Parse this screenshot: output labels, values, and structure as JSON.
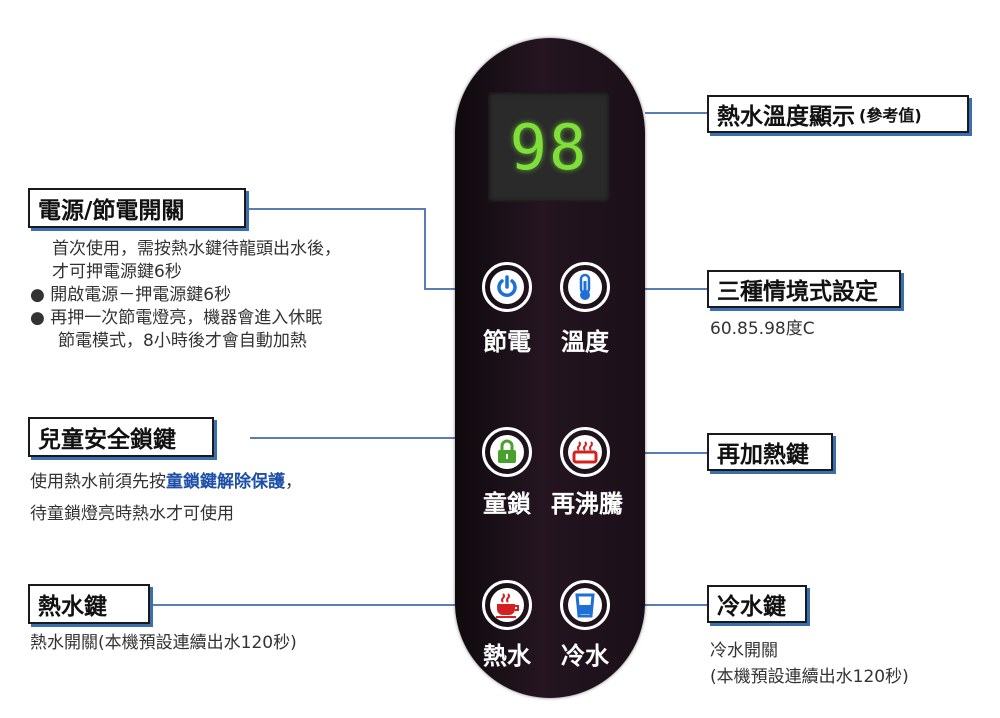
{
  "display": {
    "temperature": "98"
  },
  "panel": {
    "row1": {
      "left_label": "節電",
      "right_label": "溫度"
    },
    "row2": {
      "left_label": "童鎖",
      "right_label": "再沸騰"
    },
    "row3": {
      "left_label": "熱水",
      "right_label": "冷水"
    }
  },
  "callouts": {
    "temp_display": {
      "title": "熱水溫度顯示",
      "note": "(參考值)"
    },
    "power": {
      "title": "電源/節電開關",
      "line1": "首次使用，需按熱水鍵待龍頭出水後，",
      "line2": "才可押電源鍵6秒",
      "bullet1": "開啟電源－押電源鍵6秒",
      "bullet2a": "再押一次節電燈亮，機器會進入休眠",
      "bullet2b": "節電模式，8小時後才會自動加熱"
    },
    "modes": {
      "title": "三種情境式設定",
      "desc": "60.85.98度C"
    },
    "child_lock": {
      "title": "兒童安全鎖鍵",
      "line1_prefix": "使用熱水前須先按",
      "line1_highlight": "童鎖鍵解除保護",
      "line1_suffix": "，",
      "line2": "待童鎖燈亮時熱水才可使用"
    },
    "reboil": {
      "title": "再加熱鍵"
    },
    "hot_water": {
      "title": "熱水鍵",
      "desc": "熱水開關(本機預設連續出水120秒)"
    },
    "cold_water": {
      "title": "冷水鍵",
      "line1": "冷水開關",
      "line2": "(本機預設連續出水120秒)"
    }
  },
  "colors": {
    "power": "#1e6fd6",
    "temp": "#1e6fd6",
    "lock": "#4aa02c",
    "reboil": "#d42020",
    "hot": "#d42020",
    "cold": "#1e6fd6",
    "connector": "#5a7db5"
  },
  "icons": [
    "power-icon",
    "thermometer-icon",
    "lock-icon",
    "reboil-icon",
    "hot-cup-icon",
    "cold-cup-icon"
  ]
}
